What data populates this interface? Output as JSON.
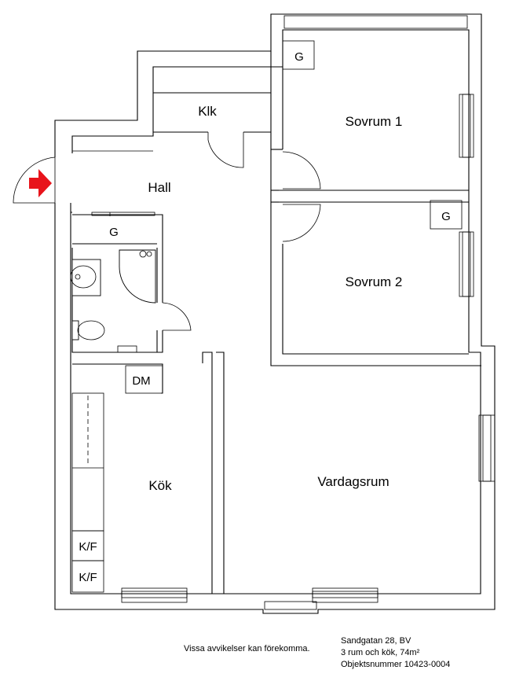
{
  "rooms": {
    "hall": "Hall",
    "klk": "Klk",
    "sovrum1": "Sovrum 1",
    "sovrum2": "Sovrum 2",
    "vardagsrum": "Vardagsrum",
    "kok": "Kök",
    "garderob_hall": "G",
    "garderob_sovrum1": "G",
    "garderob_sovrum2": "G",
    "diskmaskin": "DM",
    "kylfrys_1": "K/F",
    "kylfrys_2": "K/F"
  },
  "footer": {
    "disclaimer": "Vissa avvikelser kan förekomma.",
    "address": "Sandgatan 28, BV",
    "summary": "3 rum och kök, 74m²",
    "object_number": "Objektsnummer 10423-0004"
  },
  "colors": {
    "wall": "#000000",
    "background": "#ffffff",
    "entrance_arrow": "#e8141b"
  },
  "icons": {
    "entrance": "entrance-arrow-icon"
  }
}
